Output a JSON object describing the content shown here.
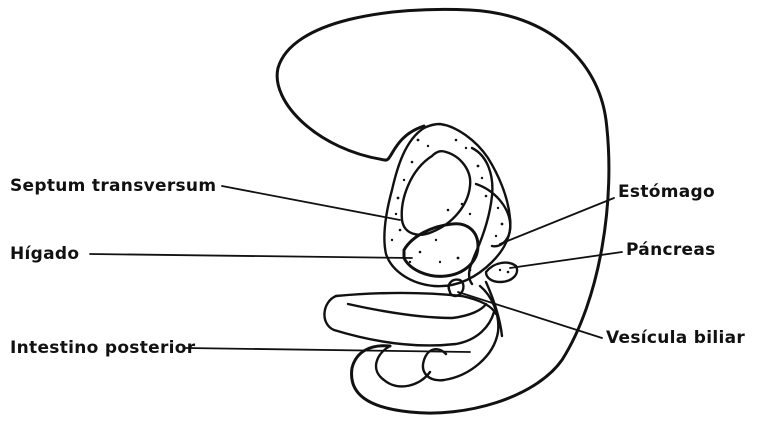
{
  "labels": {
    "septum": "Septum transversum",
    "higado": "Hígado",
    "intestino": "Intestino posterior",
    "estomago": "Estómago",
    "pancreas": "Páncreas",
    "vesicula": "Vesícula biliar"
  }
}
